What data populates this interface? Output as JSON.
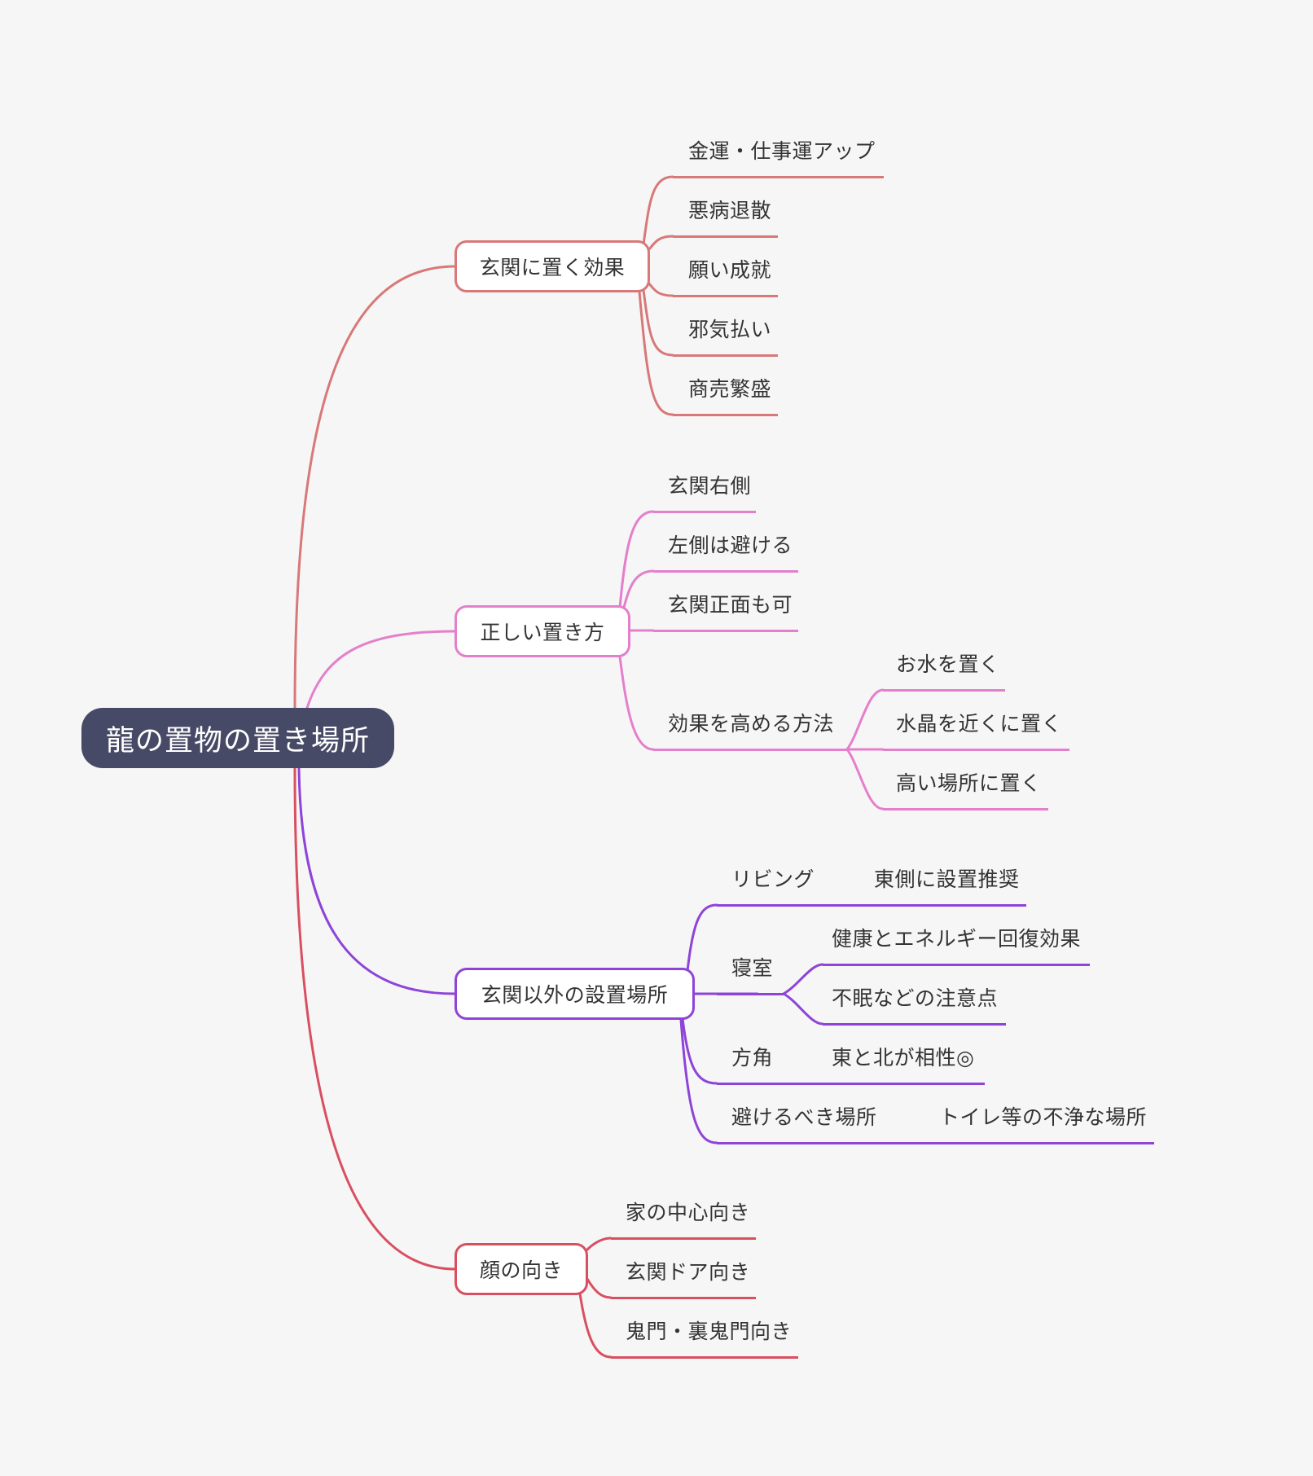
{
  "root": "龍の置物の置き場所",
  "colors": {
    "root_fill": "#474a66",
    "branch_effect": "#d87878",
    "branch_placement": "#e47fcc",
    "branch_other": "#8e44d8",
    "branch_face": "#d94f60"
  },
  "branches": [
    {
      "label": "玄関に置く効果",
      "children": [
        "金運・仕事運アップ",
        "悪病退散",
        "願い成就",
        "邪気払い",
        "商売繁盛"
      ]
    },
    {
      "label": "正しい置き方",
      "children": [
        {
          "label": "玄関右側"
        },
        {
          "label": "左側は避ける"
        },
        {
          "label": "玄関正面も可"
        },
        {
          "label": "効果を高める方法",
          "children": [
            "お水を置く",
            "水晶を近くに置く",
            "高い場所に置く"
          ]
        }
      ]
    },
    {
      "label": "玄関以外の設置場所",
      "children": [
        {
          "label": "リビング",
          "children": [
            "東側に設置推奨"
          ]
        },
        {
          "label": "寝室",
          "children": [
            "健康とエネルギー回復効果",
            "不眠などの注意点"
          ]
        },
        {
          "label": "方角",
          "children": [
            "東と北が相性◎"
          ]
        },
        {
          "label": "避けるべき場所",
          "children": [
            "トイレ等の不浄な場所"
          ]
        }
      ]
    },
    {
      "label": "顔の向き",
      "children": [
        "家の中心向き",
        "玄関ドア向き",
        "鬼門・裏鬼門向き"
      ]
    }
  ]
}
